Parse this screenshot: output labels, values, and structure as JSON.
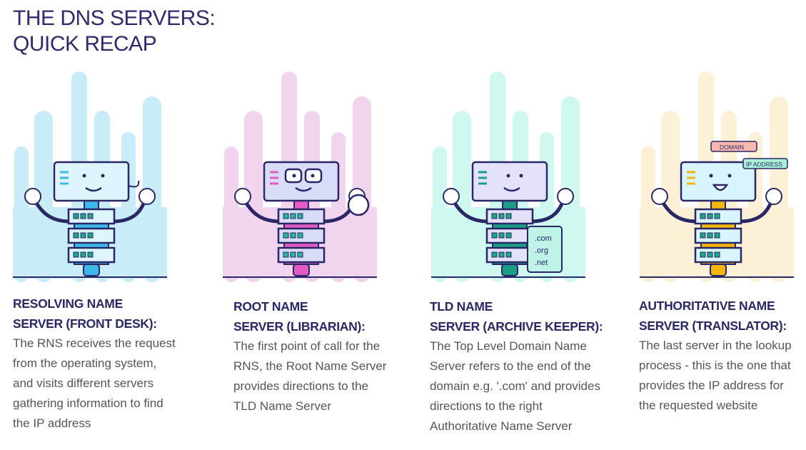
{
  "title": {
    "line1": "THE DNS SERVERS:",
    "line2": "QUICK RECAP"
  },
  "servers": [
    {
      "heading1": "RESOLVING NAME",
      "heading2": "SERVER (FRONT DESK):",
      "body": [
        "The RNS receives the request",
        "from the operating system,",
        "and visits different servers",
        "gathering information to find",
        "the IP address"
      ],
      "bg_color": "#c8ecf8",
      "accent": "#3db8e8",
      "icon": "headset-robot-icon"
    },
    {
      "heading1": "ROOT NAME",
      "heading2": "SERVER (LIBRARIAN):",
      "body": [
        "The first point of call for the",
        "RNS, the Root Name Server",
        "provides directions to the",
        "TLD Name Server"
      ],
      "bg_color": "#f1d5ee",
      "accent": "#e45bc4",
      "icon": "glasses-robot-icon"
    },
    {
      "heading1": "TLD NAME",
      "heading2": "SERVER (ARCHIVE KEEPER):",
      "body": [
        "The Top Level Domain Name",
        "Server refers to the end of the",
        "domain e.g. '.com' and provides",
        "directions to the right",
        "Authoritative Name Server"
      ],
      "bg_color": "#cff8f1",
      "accent": "#1a9e86",
      "icon": "archive-robot-icon",
      "folder_labels": [
        ".com",
        ".org",
        ".net"
      ]
    },
    {
      "heading1": "AUTHORITATIVE NAME",
      "heading2": "SERVER (TRANSLATOR):",
      "body": [
        "The last server in the lookup",
        "process - this is the one that",
        "provides the IP address for",
        "the requested website"
      ],
      "bg_color": "#fcf0d6",
      "accent": "#f5b60a",
      "icon": "translator-robot-icon",
      "bubbles": [
        "DOMAIN",
        "IP ADDRESS"
      ]
    }
  ]
}
